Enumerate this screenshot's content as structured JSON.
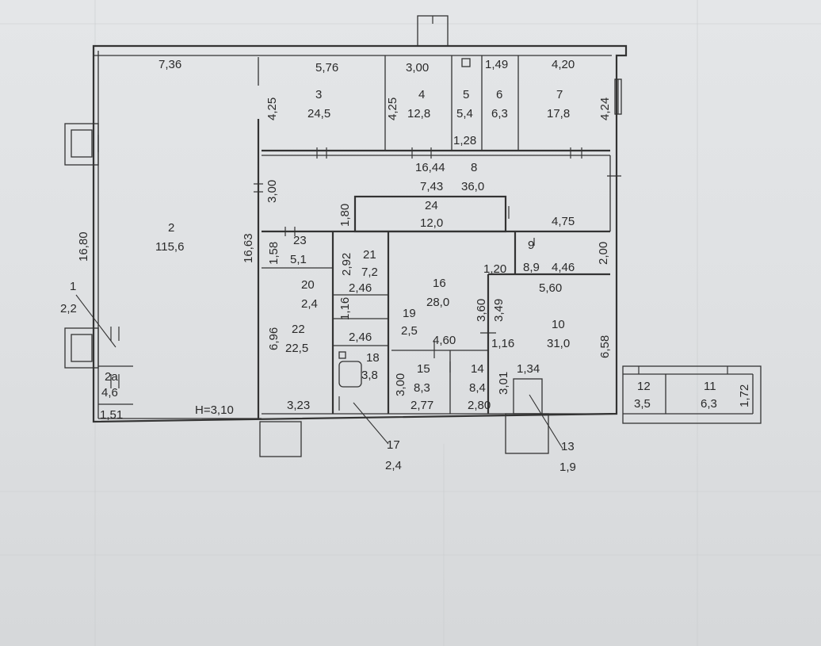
{
  "dimensions": {
    "top_7_36": "7,36",
    "top_5_76": "5,76",
    "top_3_00": "3,00",
    "top_1_49": "1,49",
    "top_4_20": "4,20",
    "h_4_25_a": "4,25",
    "h_4_25_b": "4,25",
    "h_4_24": "4,24",
    "w_1_28": "1,28",
    "w_16_44": "16,44",
    "w_7_43": "7,43",
    "h_3_00_left": "3,00",
    "h_1_80": "1,80",
    "w_4_75": "4,75",
    "h_16_80": "16,80",
    "h_16_63": "16,63",
    "h_1_58": "1,58",
    "h_2_92": "2,92",
    "h_2_00": "2,00",
    "w_1_20": "1,20",
    "w_4_46": "4,46",
    "w_2_46_a": "2,46",
    "w_5_60": "5,60",
    "h_1_16_a": "1,16",
    "h_3_60": "3,60",
    "h_3_49": "3,49",
    "h_6_96": "6,96",
    "w_2_46_b": "2,46",
    "w_4_60": "4,60",
    "w_1_16": "1,16",
    "h_6_58": "6,58",
    "w_1_34": "1,34",
    "h_3_00_b": "3,00",
    "h_3_01": "3,01",
    "w_3_23": "3,23",
    "w_2_77": "2,77",
    "w_2_80": "2,80",
    "w_1_51": "1,51",
    "h_1_72": "1,72",
    "ceiling": "H=3,10"
  },
  "rooms": [
    {
      "id": "1",
      "area": "2,2"
    },
    {
      "id": "2",
      "area": "115,6"
    },
    {
      "id": "2a",
      "area": "4,6"
    },
    {
      "id": "3",
      "area": "24,5"
    },
    {
      "id": "4",
      "area": "12,8"
    },
    {
      "id": "5",
      "area": "5,4"
    },
    {
      "id": "6",
      "area": "6,3"
    },
    {
      "id": "7",
      "area": "17,8"
    },
    {
      "id": "8",
      "area": "36,0"
    },
    {
      "id": "24",
      "area": "12,0"
    },
    {
      "id": "23",
      "area": "5,1"
    },
    {
      "id": "21",
      "area": "7,2"
    },
    {
      "id": "9",
      "area": "8,9"
    },
    {
      "id": "20",
      "area": "2,4"
    },
    {
      "id": "16",
      "area": "28,0"
    },
    {
      "id": "19",
      "area": "2,5"
    },
    {
      "id": "10",
      "area": "31,0"
    },
    {
      "id": "22",
      "area": "22,5"
    },
    {
      "id": "18",
      "area": "3,8"
    },
    {
      "id": "15",
      "area": "8,3"
    },
    {
      "id": "14",
      "area": "8,4"
    },
    {
      "id": "12",
      "area": "3,5"
    },
    {
      "id": "11",
      "area": "6,3"
    },
    {
      "id": "17",
      "area": "2,4"
    },
    {
      "id": "13",
      "area": "1,9"
    }
  ]
}
